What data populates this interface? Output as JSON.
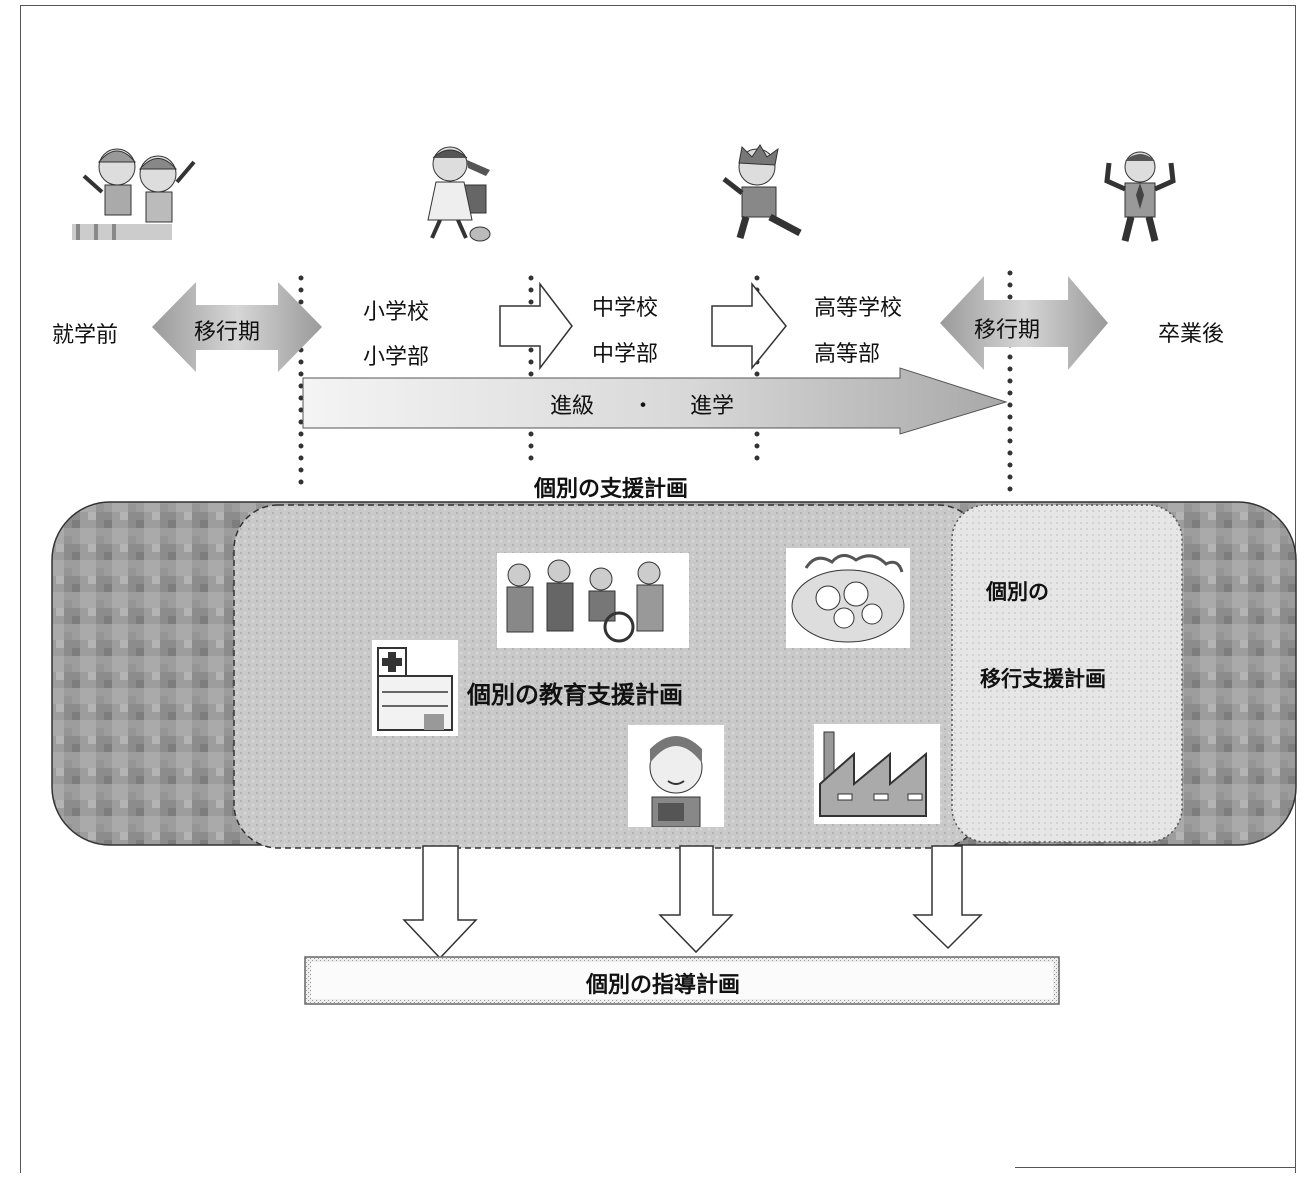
{
  "stages": {
    "preschool": "就学前",
    "elementary_school": "小学校",
    "elementary_dept": "小学部",
    "junior_high_school": "中学校",
    "junior_high_dept": "中学部",
    "high_school": "高等学校",
    "high_dept": "高等部",
    "after_graduation": "卒業後"
  },
  "transition_left": "移行期",
  "transition_right": "移行期",
  "progression": {
    "left": "進級",
    "dot": "・",
    "right": "進学"
  },
  "support_plan_title": "個別の支援計画",
  "education_support_plan": "個別の教育支援計画",
  "transition_support_plan": {
    "line1": "個別の",
    "line2": "移行支援計画"
  },
  "guidance_plan": "個別の指導計画",
  "icons": [
    "preschool-children-icon",
    "schoolgirl-icon",
    "student-boy-icon",
    "adult-man-icon",
    "community-people-icon",
    "family-icon",
    "hospital-icon",
    "teacher-icon",
    "factory-icon"
  ]
}
